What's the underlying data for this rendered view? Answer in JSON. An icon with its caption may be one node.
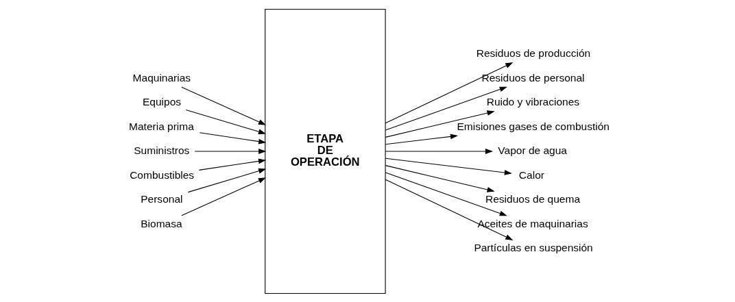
{
  "diagram": {
    "nodes": [
      {
        "text": [
          "Maquinarias"
        ]
      },
      {
        "text": [
          "Equipos"
        ]
      },
      {
        "text": [
          "Materia prima"
        ]
      },
      {
        "text": [
          "Suministros"
        ]
      },
      {
        "text": [
          "Combustibles"
        ]
      },
      {
        "text": [
          "Personal"
        ]
      },
      {
        "text": [
          "Biomasa"
        ]
      },
      {
        "text": [
          "ETAPA DE OPERACIÓN"
        ]
      },
      {
        "text": [
          "Residuos de producción"
        ]
      },
      {
        "text": [
          "Residuos de personal"
        ]
      },
      {
        "text": [
          "Ruido y vibraciones"
        ]
      },
      {
        "text": [
          "Emisiones gases de combustión"
        ]
      },
      {
        "text": [
          "Vapor de agua"
        ]
      },
      {
        "text": [
          "Calor"
        ]
      },
      {
        "text": [
          "Residuos de quema"
        ]
      },
      {
        "text": [
          "Aceites de maquinarias"
        ]
      },
      {
        "text": [
          "Partículas en suspensión"
        ]
      }
    ],
    "edges": [
      {
        "from": 0,
        "to": 7,
        "arrow": "to"
      },
      {
        "from": 1,
        "to": 7,
        "arrow": "to"
      },
      {
        "from": 2,
        "to": 7,
        "arrow": "to"
      },
      {
        "from": 3,
        "to": 7,
        "arrow": "to"
      },
      {
        "from": 4,
        "to": 7,
        "arrow": "to"
      },
      {
        "from": 5,
        "to": 7,
        "arrow": "to"
      },
      {
        "from": 6,
        "to": 7,
        "arrow": "to"
      },
      {
        "from": 7,
        "to": 8,
        "arrow": "to"
      },
      {
        "from": 7,
        "to": 9,
        "arrow": "to"
      },
      {
        "from": 7,
        "to": 10,
        "arrow": "to"
      },
      {
        "from": 7,
        "to": 11,
        "arrow": "to"
      },
      {
        "from": 7,
        "to": 12,
        "arrow": "to"
      },
      {
        "from": 7,
        "to": 13,
        "arrow": "to"
      },
      {
        "from": 7,
        "to": 14,
        "arrow": "to"
      },
      {
        "from": 7,
        "to": 15,
        "arrow": "to"
      },
      {
        "from": 7,
        "to": 16,
        "arrow": "to"
      }
    ]
  }
}
